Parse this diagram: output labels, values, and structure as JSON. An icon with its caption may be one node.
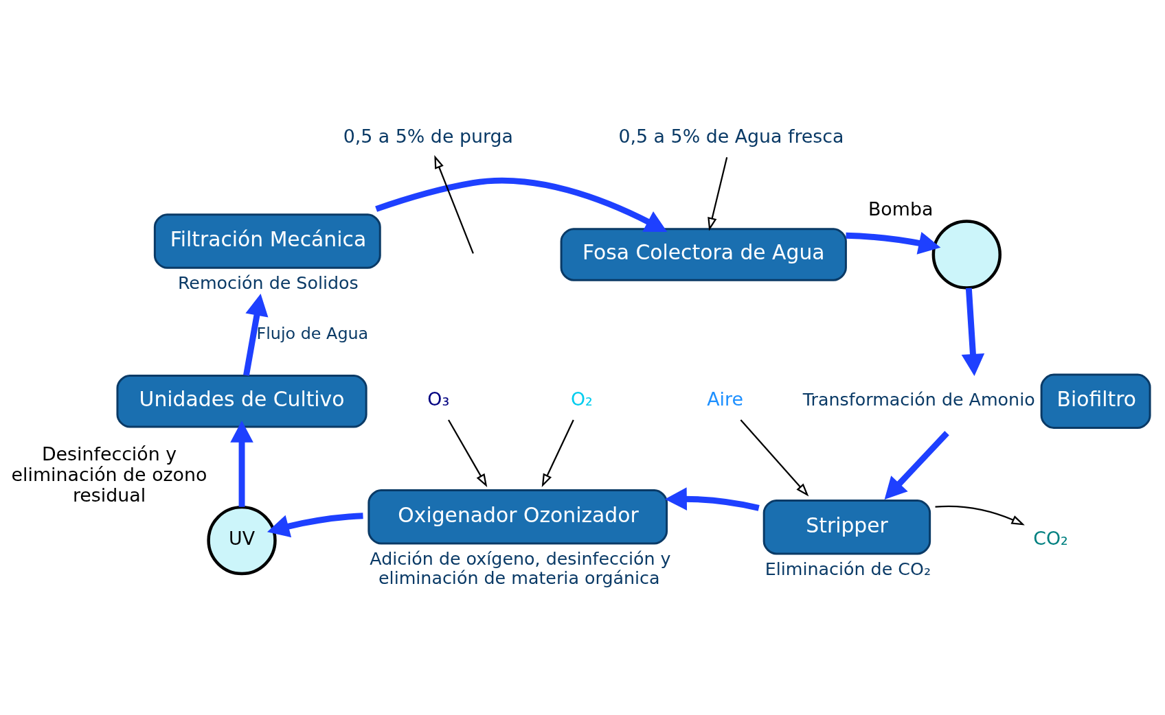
{
  "diagram": {
    "nodes": [
      {
        "text": [
          "Filtración Mecánica"
        ],
        "beside": [
          "Remoción de Solidos"
        ]
      },
      {
        "text": [
          "Fosa Colectora de Agua"
        ]
      },
      {
        "text": [
          "Bomba"
        ]
      },
      {
        "text": [
          "Biofiltro"
        ],
        "beside": [
          "Transformación de Amonio"
        ]
      },
      {
        "text": [
          "Stripper"
        ],
        "beside": [
          "Eliminación de CO₂"
        ]
      },
      {
        "text": [
          "Oxigenador Ozonizador"
        ],
        "beside": [
          "Adición de oxígeno, desinfección y eliminación de materia orgánica"
        ]
      },
      {
        "text": [
          "UV"
        ],
        "beside": [
          "Desinfección y eliminación de ozono residual"
        ]
      },
      {
        "text": [
          "Unidades de Cultivo"
        ]
      },
      {
        "text": [
          "0,5 a 5% de purga"
        ]
      },
      {
        "text": [
          "0,5 a 5% de Agua fresca"
        ]
      },
      {
        "text": [
          "O₃"
        ]
      },
      {
        "text": [
          "O₂"
        ]
      },
      {
        "text": [
          "Aire"
        ]
      },
      {
        "text": [
          "CO₂"
        ]
      }
    ],
    "edges": [
      {
        "from": 7,
        "to": 0,
        "arrow": "to",
        "label": "Flujo de Agua"
      },
      {
        "from": 0,
        "to": 1,
        "arrow": "to"
      },
      {
        "from": 1,
        "to": 2,
        "arrow": "to"
      },
      {
        "from": 2,
        "to": 3,
        "arrow": "to"
      },
      {
        "from": 3,
        "to": 4,
        "arrow": "to"
      },
      {
        "from": 4,
        "to": 5,
        "arrow": "to"
      },
      {
        "from": 5,
        "to": 6,
        "arrow": "to"
      },
      {
        "from": 6,
        "to": 7,
        "arrow": "to"
      },
      {
        "from": null,
        "to": 8,
        "arrow": "to",
        "color": "#000000"
      },
      {
        "from": 9,
        "to": 1,
        "arrow": "to",
        "color": "#000000"
      },
      {
        "from": 10,
        "to": 5,
        "arrow": "to",
        "color": "#000000"
      },
      {
        "from": 11,
        "to": 5,
        "arrow": "to",
        "color": "#000000"
      },
      {
        "from": 12,
        "to": 4,
        "arrow": "to",
        "color": "#000000"
      },
      {
        "from": 4,
        "to": 13,
        "arrow": "to",
        "color": "#000000"
      }
    ]
  }
}
